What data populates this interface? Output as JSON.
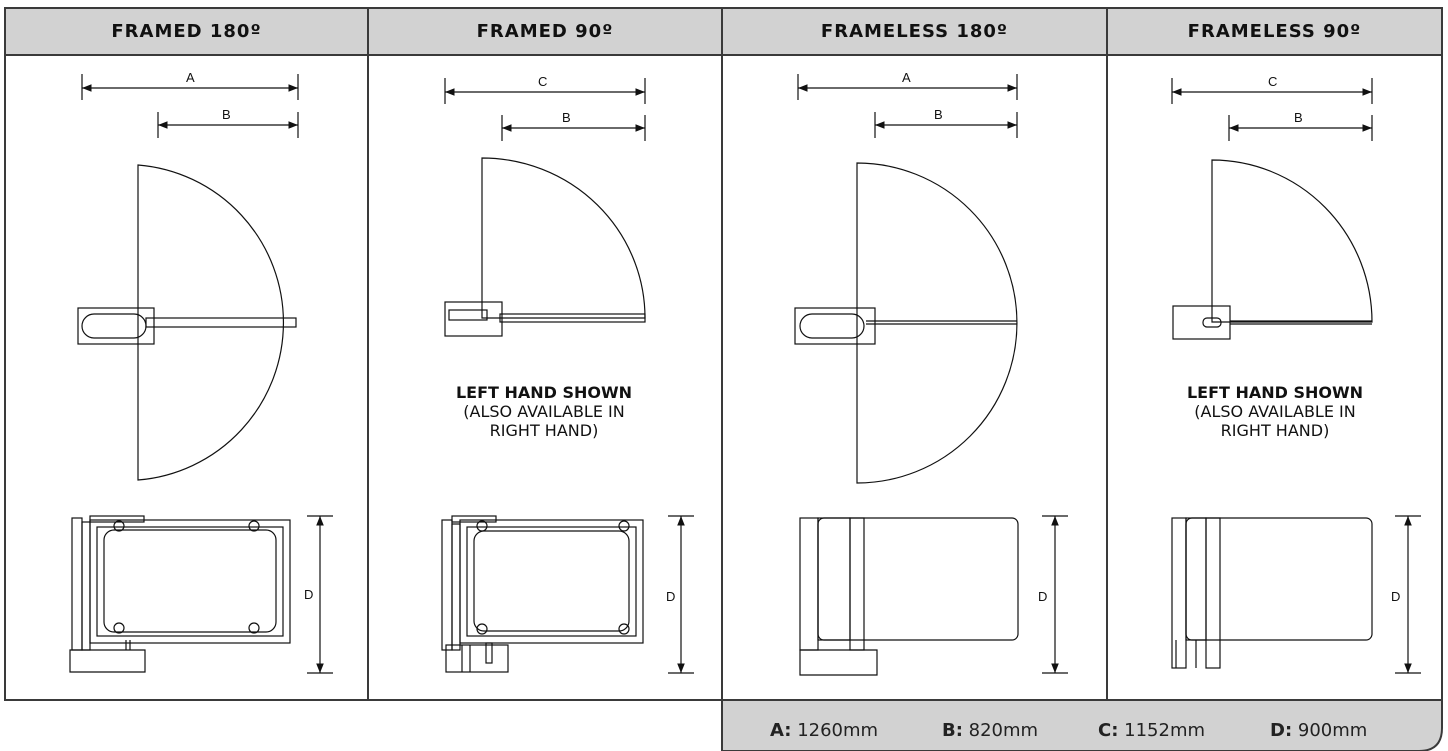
{
  "columns": [
    {
      "title": "FRAMED 180º",
      "note_bold": "",
      "note_lines": []
    },
    {
      "title": "FRAMED 90º",
      "note_bold": "LEFT HAND SHOWN",
      "note_lines": [
        "(ALSO AVAILABLE IN",
        "RIGHT HAND)"
      ]
    },
    {
      "title": "FRAMELESS 180º",
      "note_bold": "",
      "note_lines": []
    },
    {
      "title": "FRAMELESS 90º",
      "note_bold": "LEFT HAND SHOWN",
      "note_lines": [
        "(ALSO AVAILABLE IN",
        "RIGHT HAND)"
      ]
    }
  ],
  "dimension_labels": {
    "a": "A",
    "b": "B",
    "c": "C",
    "d": "D"
  },
  "specs": [
    {
      "key": "A:",
      "value": "1260mm"
    },
    {
      "key": "B:",
      "value": "820mm"
    },
    {
      "key": "C:",
      "value": "1152mm"
    },
    {
      "key": "D:",
      "value": "900mm"
    }
  ],
  "colors": {
    "header_bg": "#d2d2d2",
    "line": "#111111",
    "frame_border": "#3a3a3a",
    "spec_bg": "#d2d2d2"
  }
}
